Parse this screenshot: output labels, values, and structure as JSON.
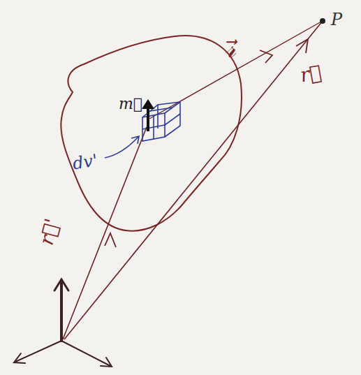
{
  "diagram": {
    "labels": [
      "P",
      "𝓇⃗",
      "r⃗",
      "m⃗",
      "dv'",
      "r⃗'"
    ]
  }
}
